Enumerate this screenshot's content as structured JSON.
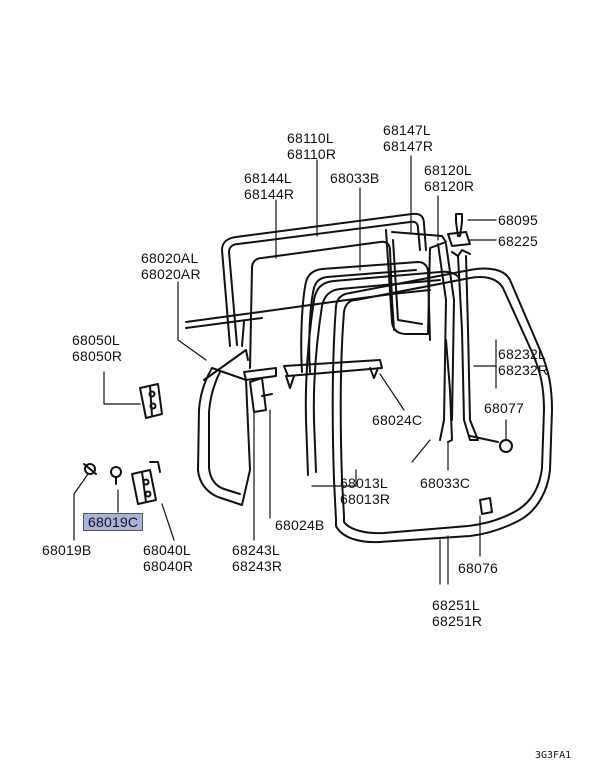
{
  "labels": {
    "l68110": [
      "68110L",
      "68110R"
    ],
    "l68147": [
      "68147L",
      "68147R"
    ],
    "l68120": [
      "68120L",
      "68120R"
    ],
    "l68144": [
      "68144L",
      "68144R"
    ],
    "l68033b": [
      "68033B"
    ],
    "l68095": [
      "68095"
    ],
    "l68225": [
      "68225"
    ],
    "l68020a": [
      "68020AL",
      "68020AR"
    ],
    "l68050": [
      "68050L",
      "68050R"
    ],
    "l68232": [
      "68232L",
      "68232R"
    ],
    "l68077": [
      "68077"
    ],
    "l68024c": [
      "68024C"
    ],
    "l68013": [
      "68013L",
      "68013R"
    ],
    "l68033c": [
      "68033C"
    ],
    "l68019c": [
      "68019C"
    ],
    "l68024b": [
      "68024B"
    ],
    "l68019b": [
      "68019B"
    ],
    "l68040": [
      "68040L",
      "68040R"
    ],
    "l68243": [
      "68243L",
      "68243R"
    ],
    "l68076": [
      "68076"
    ],
    "l68251": [
      "68251L",
      "68251R"
    ]
  },
  "diagram_code": "3G3FA1",
  "highlight_color": "#a9b1dd"
}
